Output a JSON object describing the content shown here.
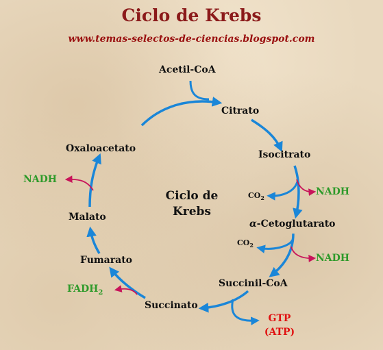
{
  "title": "Ciclo de Krebs",
  "url": "www.temas-selectos-de-ciencias.blogspot.com",
  "center_label_line1": "Ciclo de",
  "center_label_line2": "Krebs",
  "metabolites": {
    "acetil_coa": "Acetil-CoA",
    "citrato": "Citrato",
    "isocitrato": "Isocitrato",
    "cetoglutarato": "-Cetoglutarato",
    "alpha": "α",
    "succinil_coa": "Succinil-CoA",
    "succinato": "Succinato",
    "fumarato": "Fumarato",
    "malato": "Malato",
    "oxaloacetato": "Oxaloacetato"
  },
  "products": {
    "nadh": "NADH",
    "co2_base": "CO",
    "co2_sub": "2",
    "fadh_base": "FADH",
    "fadh_sub": "2",
    "gtp": "GTP",
    "atp": "(ATP)"
  },
  "colors": {
    "cycle_arrow": "#1a86d8",
    "side_arrow": "#c8145a",
    "green_text": "#2e9a2a",
    "red_text": "#e01010",
    "title": "#8b1a1a"
  }
}
